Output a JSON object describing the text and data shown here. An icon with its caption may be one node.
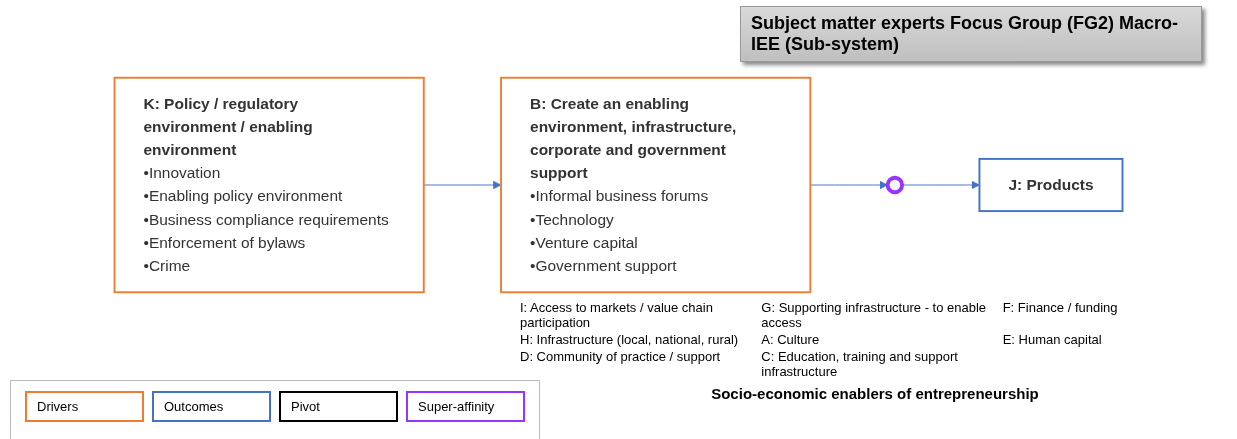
{
  "diagram": {
    "title": "Subject matter experts Focus Group (FG2) Macro-IEE (Sub-system)",
    "nodes": [
      {
        "text": [
          "K: Policy / regulatory environment / enabling environment",
          "•Innovation",
          "•Enabling policy environment",
          "•Business compliance requirements",
          "•Enforcement of bylaws",
          "•Crime"
        ]
      },
      {
        "text": [
          "B: Create an enabling environment, infrastructure, corporate and government support",
          "•Informal business forums",
          "•Technology",
          "•Venture capital",
          "•Government support"
        ]
      },
      {
        "text": [],
        "shape": "circle",
        "beside": [
          "I: Access to markets / value chain participation",
          "G: Supporting infrastructure - to enable access",
          "F: Finance / funding",
          "H: Infrastructure (local, national, rural)",
          "A: Culture",
          "E: Human capital",
          "D: Community of practice / support",
          "C: Education, training and support infrastructure",
          "Socio-economic enablers of  entrepreneurship"
        ]
      },
      {
        "text": [
          "J: Products"
        ]
      }
    ],
    "edges": [
      {
        "from": 0,
        "to": 1,
        "arrow": "to"
      },
      {
        "from": 1,
        "to": 2,
        "arrow": "to"
      },
      {
        "from": 2,
        "to": 3,
        "arrow": "to"
      }
    ],
    "legend": [
      {
        "text": "Drivers",
        "color": "#ed7d31"
      },
      {
        "text": "Outcomes",
        "color": "#4472c4"
      },
      {
        "text": "Pivot",
        "color": "#000000"
      },
      {
        "text": "Super-affinity",
        "color": "#9933ff"
      }
    ]
  }
}
